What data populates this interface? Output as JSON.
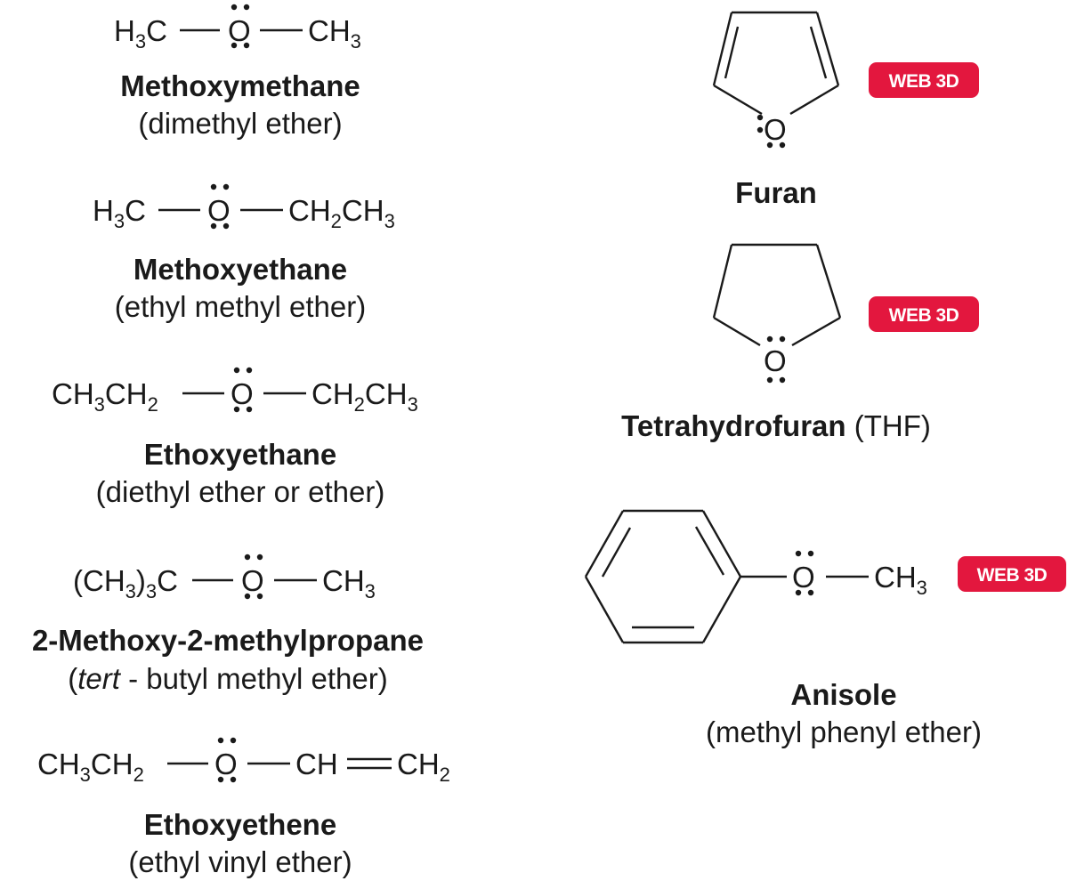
{
  "left": {
    "m1": {
      "left_group": {
        "a": "H",
        "sub": "3",
        "b": "C"
      },
      "oxygen": "O",
      "right_group": {
        "a": "CH",
        "sub": "3"
      },
      "name": "Methoxymethane",
      "common": "(dimethyl ether)"
    },
    "m2": {
      "left_group": {
        "a": "H",
        "sub": "3",
        "b": "C"
      },
      "oxygen": "O",
      "right_group": {
        "a": "CH",
        "sub1": "2",
        "b": "CH",
        "sub2": "3"
      },
      "name": "Methoxyethane",
      "common": "(ethyl methyl ether)"
    },
    "m3": {
      "left_group": {
        "a": "CH",
        "sub1": "3",
        "b": "CH",
        "sub2": "2"
      },
      "oxygen": "O",
      "right_group": {
        "a": "CH",
        "sub1": "2",
        "b": "CH",
        "sub2": "3"
      },
      "name": "Ethoxyethane",
      "common": "(diethyl ether or ether)"
    },
    "m4": {
      "left_group": {
        "a": "(CH",
        "sub1": "3",
        "b": ")",
        "sub2": "3",
        "c": "C"
      },
      "oxygen": "O",
      "right_group": {
        "a": "CH",
        "sub": "3"
      },
      "name": "2-Methoxy-2-methylpropane",
      "common_open": "(",
      "common_italic": "tert",
      "common_rest": " - butyl methyl ether)"
    },
    "m5": {
      "left_group": {
        "a": "CH",
        "sub1": "3",
        "b": "CH",
        "sub2": "2"
      },
      "oxygen": "O",
      "mid_group": "CH",
      "right_group": {
        "a": "CH",
        "sub": "2"
      },
      "name": "Ethoxyethene",
      "common": "(ethyl vinyl ether)"
    }
  },
  "right": {
    "furan": {
      "oxygen": "O",
      "name": "Furan",
      "badge": "WEB 3D"
    },
    "thf": {
      "oxygen": "O",
      "name": "Tetrahydrofuran",
      "name_suffix": " (THF)",
      "badge": "WEB 3D"
    },
    "anisole": {
      "oxygen": "O",
      "right_group": {
        "a": "CH",
        "sub": "3"
      },
      "name": "Anisole",
      "common": "(methyl phenyl ether)",
      "badge": "WEB 3D"
    }
  },
  "colors": {
    "badge": "#e3173e",
    "ink": "#1a1a1a"
  }
}
